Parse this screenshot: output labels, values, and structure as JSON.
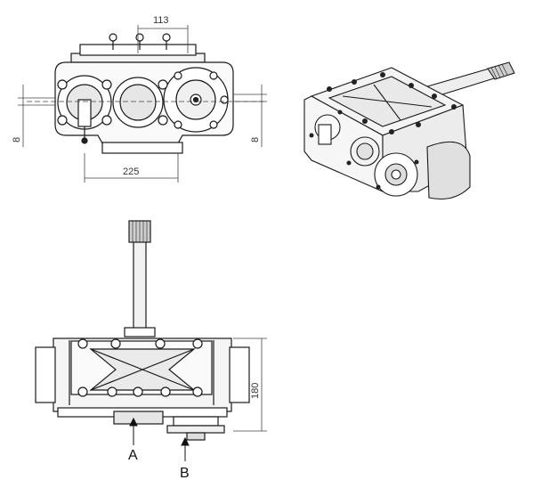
{
  "dimensions": {
    "top_width": "113",
    "left_height": "8",
    "right_height": "8",
    "bottom_width": "225",
    "lower_height": "180"
  },
  "callouts": {
    "a": "A",
    "b": "B"
  },
  "colors": {
    "line": "#1a1a1a",
    "dim_line": "#444444",
    "shade": "#d9d9d9",
    "dark": "#222222"
  }
}
